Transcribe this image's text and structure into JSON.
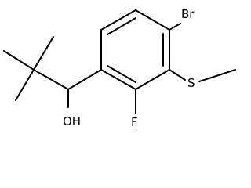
{
  "molecule": {
    "atoms": {
      "br": "Br",
      "s": "S",
      "f": "F",
      "oh": "OH"
    },
    "colors": {
      "bond": "#000000",
      "label": "#000000",
      "background": "#ffffff"
    }
  }
}
